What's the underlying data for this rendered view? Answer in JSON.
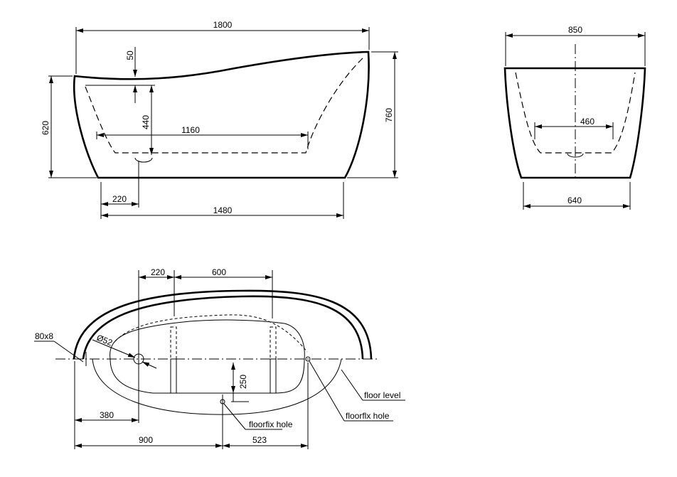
{
  "side_view": {
    "dims": {
      "length": "1800",
      "rim_drop": "50",
      "height_left": "620",
      "height_right": "760",
      "inner_depth": "440",
      "inner_length": "1160",
      "drain_offset": "220",
      "base_length": "1480"
    }
  },
  "front_view": {
    "dims": {
      "width": "850",
      "inner_width": "460",
      "base_width": "640"
    }
  },
  "top_view": {
    "dims": {
      "drain_to_foot": "220",
      "foot_spacing": "600",
      "foot_depth": "250",
      "drain_pos": "380",
      "floorfix_pos": "900",
      "floorfix_to_edge": "523"
    },
    "labels": {
      "overflow": "80x8",
      "drain_diameter": "Ø52",
      "floor_level": "floor level",
      "floorfix_hole_1": "floorfix hole",
      "floorfix_hole_2": "floorflx hole"
    }
  }
}
